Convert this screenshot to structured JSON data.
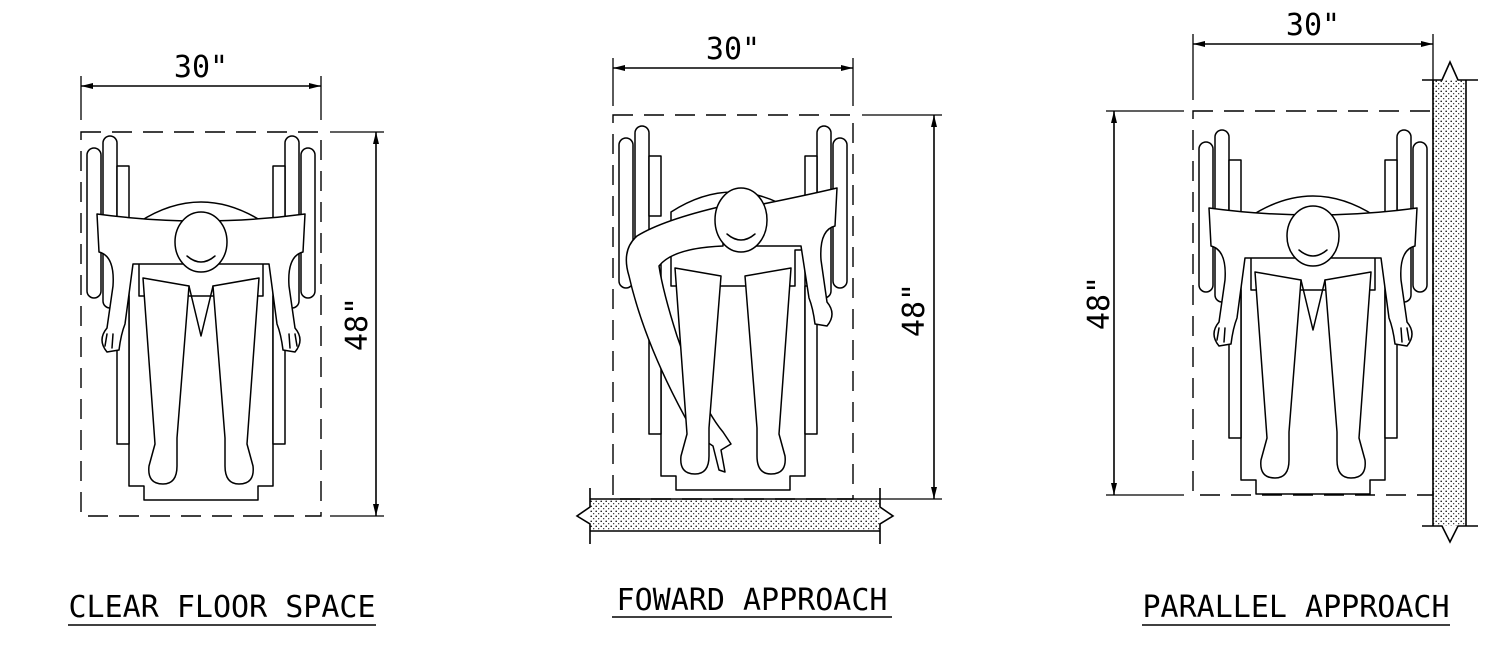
{
  "panels": [
    {
      "id": "clear-floor-space",
      "title": "CLEAR FLOOR SPACE",
      "width_label": "30\"",
      "depth_label": "48\""
    },
    {
      "id": "forward-approach",
      "title": "FOWARD APPROACH",
      "width_label": "30\"",
      "depth_label": "48\""
    },
    {
      "id": "parallel-approach",
      "title": "PARALLEL APPROACH",
      "width_label": "30\"",
      "depth_label": "48\""
    }
  ],
  "colors": {
    "ink": "#000000",
    "background": "#ffffff"
  }
}
